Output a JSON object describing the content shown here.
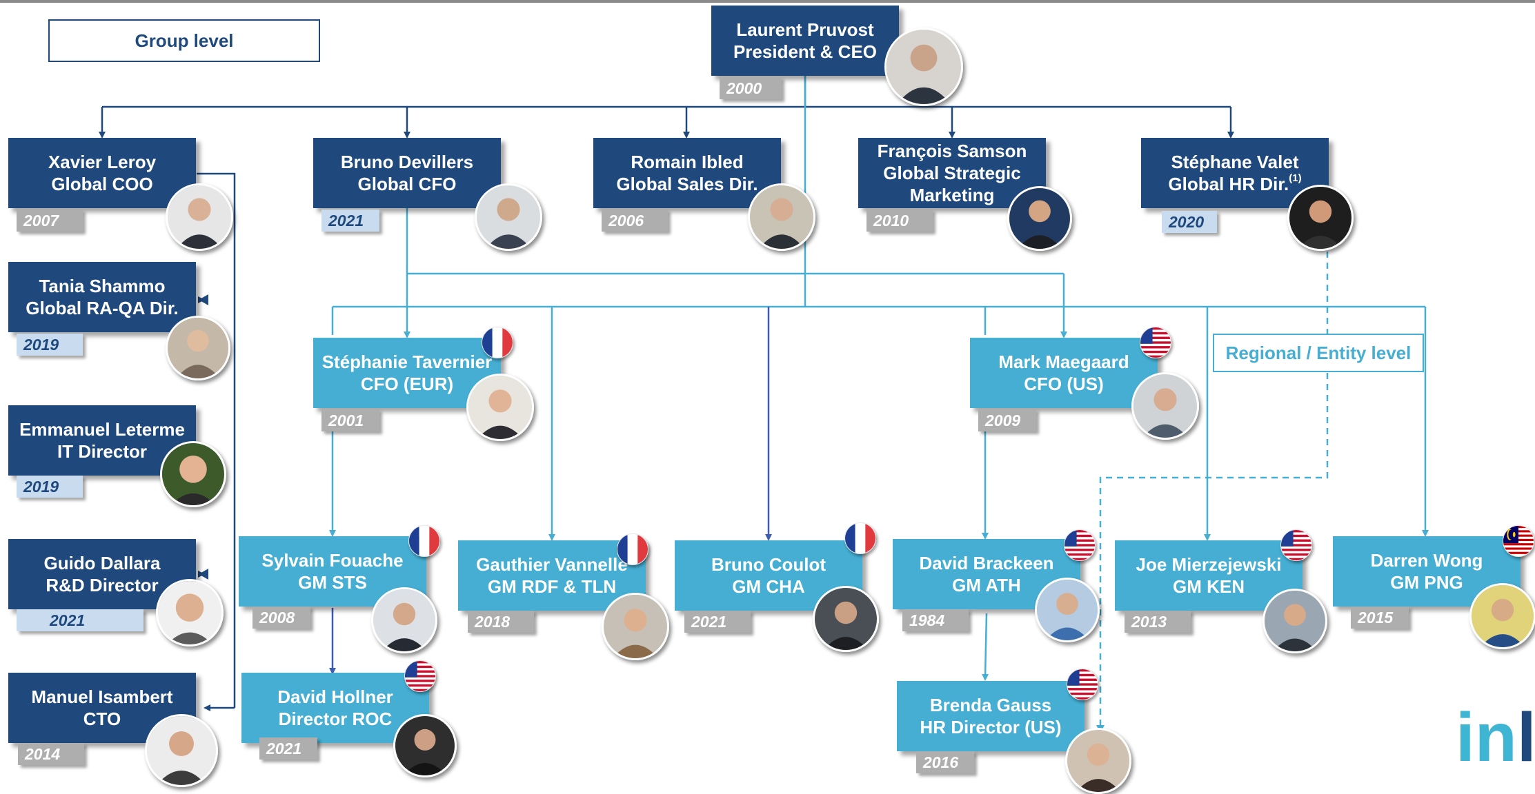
{
  "labels": {
    "group_level": "Group level",
    "regional_level": "Regional / Entity level"
  },
  "colors": {
    "dark_box": "#1f497d",
    "light_box": "#45aed2",
    "year_grey": "#aeaeae",
    "year_light_blue": "#c8dbef",
    "dashed_line": "#45aed2"
  },
  "people": {
    "ceo": {
      "name": "Laurent Pruvost",
      "role": "President & CEO",
      "year": "2000"
    },
    "coo": {
      "name": "Xavier Leroy",
      "role": "Global COO",
      "year": "2007"
    },
    "cfo": {
      "name": "Bruno Devillers",
      "role": "Global CFO",
      "year": "2021"
    },
    "sales": {
      "name": "Romain Ibled",
      "role": "Global Sales Dir.",
      "year": "2006"
    },
    "marketing": {
      "name": "François Samson",
      "role": "Global Strategic",
      "role2": "Marketing",
      "year": "2010"
    },
    "hr": {
      "name": "Stéphane Valet",
      "role": "Global HR Dir.",
      "note": "(1)",
      "year": "2020"
    },
    "raqa": {
      "name": "Tania Shammo",
      "role": "Global RA-QA Dir.",
      "year": "2019"
    },
    "it": {
      "name": "Emmanuel Leterme",
      "role": "IT Director",
      "year": "2019"
    },
    "rd": {
      "name": "Guido Dallara",
      "role": "R&D Director",
      "year": "2021"
    },
    "cto": {
      "name": "Manuel Isambert",
      "role": "CTO",
      "year": "2014"
    },
    "cfo_eur": {
      "name": "Stéphanie Tavernier",
      "role": "CFO (EUR)",
      "year": "2001",
      "flag": "fr-flag-icon"
    },
    "cfo_us": {
      "name": "Mark Maegaard",
      "role": "CFO (US)",
      "year": "2009",
      "flag": "us-flag-icon"
    },
    "gm_sts": {
      "name": "Sylvain Fouache",
      "role": "GM STS",
      "year": "2008",
      "flag": "fr-flag-icon"
    },
    "gm_rdf": {
      "name": "Gauthier Vannelle",
      "role": "GM RDF & TLN",
      "year": "2018",
      "flag": "fr-flag-icon"
    },
    "gm_cha": {
      "name": "Bruno Coulot",
      "role": "GM CHA",
      "year": "2021",
      "flag": "fr-flag-icon"
    },
    "gm_ath": {
      "name": "David Brackeen",
      "role": "GM ATH",
      "year": "1984",
      "flag": "us-flag-icon"
    },
    "gm_ken": {
      "name": "Joe Mierzejewski",
      "role": "GM KEN",
      "year": "2013",
      "flag": "us-flag-icon"
    },
    "gm_png": {
      "name": "Darren Wong",
      "role": "GM PNG",
      "year": "2015",
      "flag": "my-flag-icon"
    },
    "roc": {
      "name": "David Hollner",
      "role": "Director ROC",
      "year": "2021",
      "flag": "us-flag-icon"
    },
    "hr_us": {
      "name": "Brenda Gauss",
      "role": "HR Director (US)",
      "year": "2016",
      "flag": "us-flag-icon"
    }
  },
  "logo": {
    "text_a": "in",
    "text_b": "l"
  }
}
